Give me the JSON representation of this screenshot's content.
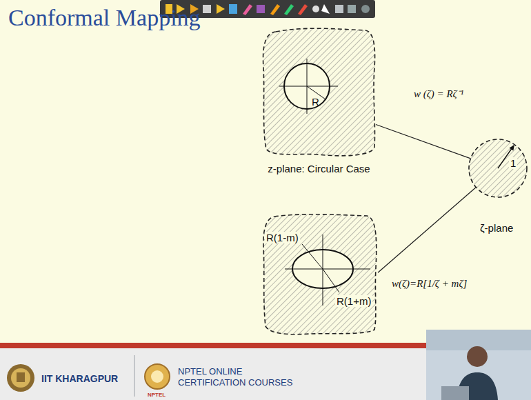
{
  "diagram": {
    "title": "Conformal Mapping",
    "nodes": [
      {
        "text": [
          "R",
          "z-plane: Circular Case"
        ]
      },
      {
        "text": [
          "R(1-m)",
          "R(1+m)"
        ]
      },
      {
        "text": [
          "1",
          "ζ-plane"
        ]
      }
    ],
    "edges": [
      {
        "from": 0,
        "to": 2,
        "arrow": "none",
        "label": "w (ζ) = Rζ⁻¹"
      },
      {
        "from": 1,
        "to": 2,
        "arrow": "none",
        "label": "w(ζ)=R[1/ζ + mζ]"
      }
    ],
    "labels": [
      "IIT KHARAGPUR",
      "NPTEL ONLINE CERTIFICATION COURSES",
      "NPTEL"
    ]
  }
}
